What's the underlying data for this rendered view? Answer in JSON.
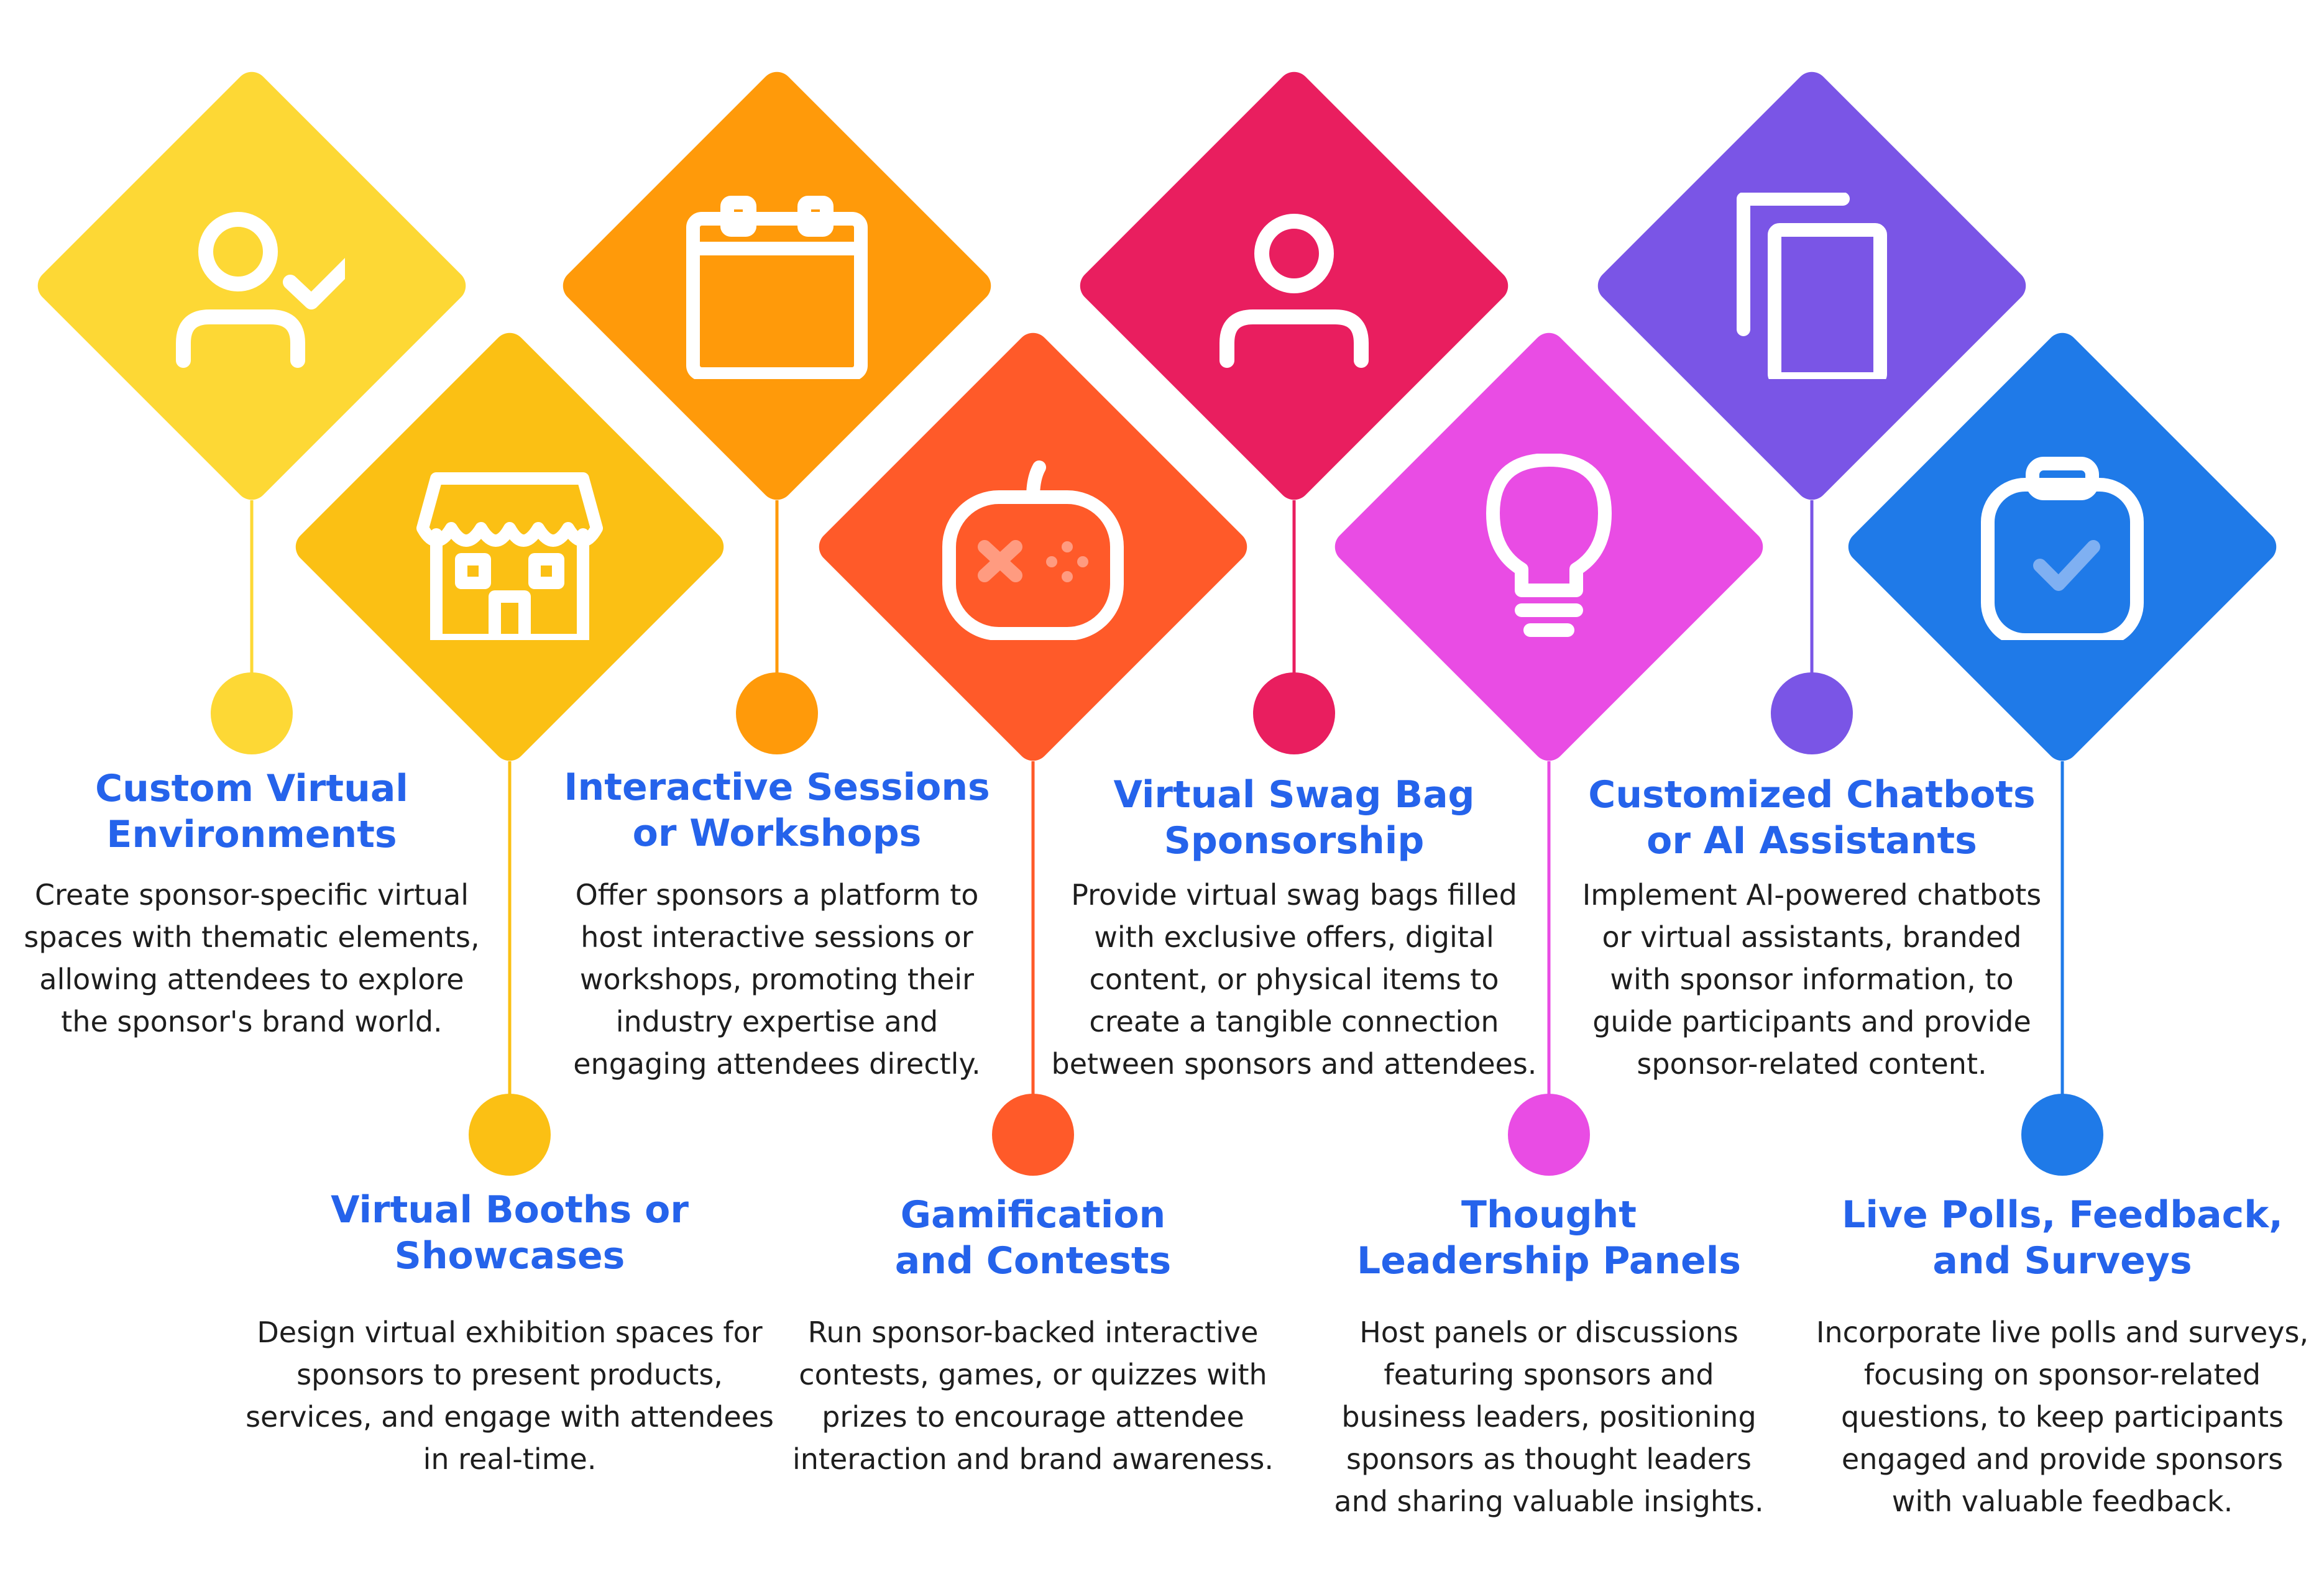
{
  "colors": {
    "title_text": "#2563eb",
    "body_text": "#1e1e1e",
    "icon_stroke": "#ffffff"
  },
  "items": [
    {
      "title_lines": [
        "Custom Virtual",
        "Environments"
      ],
      "desc_lines": [
        "Create sponsor-specific virtual",
        "spaces with thematic elements,",
        "allowing attendees to explore",
        "the sponsor's brand world."
      ],
      "color": "#fdd835",
      "icon": "user-check-icon"
    },
    {
      "title_lines": [
        "Virtual Booths or",
        "Showcases"
      ],
      "desc_lines": [
        "Design virtual exhibition spaces for",
        "sponsors to present products,",
        "services, and engage with attendees",
        "in real-time."
      ],
      "color": "#fbc014",
      "icon": "storefront-icon"
    },
    {
      "title_lines": [
        "Interactive Sessions",
        "or Workshops"
      ],
      "desc_lines": [
        "Offer sponsors a platform to",
        "host interactive sessions or",
        "workshops, promoting their",
        "industry expertise and",
        "engaging attendees directly."
      ],
      "color": "#ff9a0a",
      "icon": "calendar-icon"
    },
    {
      "title_lines": [
        "Gamification",
        "and Contests"
      ],
      "desc_lines": [
        "Run sponsor-backed interactive",
        "contests, games, or quizzes with",
        "prizes to encourage attendee",
        "interaction and brand awareness."
      ],
      "color": "#ff5a29",
      "icon": "gamepad-icon"
    },
    {
      "title_lines": [
        "Virtual Swag Bag",
        "Sponsorship"
      ],
      "desc_lines": [
        "Provide virtual swag bags filled",
        "with exclusive offers, digital",
        "content, or physical items to",
        "create a tangible connection",
        "between sponsors and attendees."
      ],
      "color": "#e91e5f",
      "icon": "user-icon"
    },
    {
      "title_lines": [
        "Thought",
        "Leadership Panels"
      ],
      "desc_lines": [
        "Host panels or discussions",
        "featuring sponsors and",
        "business leaders, positioning",
        "sponsors as thought leaders",
        "and sharing valuable insights."
      ],
      "color": "#e94ce4",
      "icon": "lightbulb-icon"
    },
    {
      "title_lines": [
        "Customized Chatbots",
        "or AI Assistants"
      ],
      "desc_lines": [
        "Implement AI-powered chatbots",
        "or virtual assistants, branded",
        "with sponsor information, to",
        "guide participants and provide",
        "sponsor-related content."
      ],
      "color": "#7a55e6",
      "icon": "copy-icon"
    },
    {
      "title_lines": [
        "Live Polls, Feedback,",
        "and Surveys"
      ],
      "desc_lines": [
        "Incorporate live polls and surveys,",
        "focusing on sponsor-related",
        "questions, to keep participants",
        "engaged and provide sponsors",
        "with valuable feedback."
      ],
      "color": "#1f7ae8",
      "icon": "clipboard-check-icon"
    }
  ]
}
